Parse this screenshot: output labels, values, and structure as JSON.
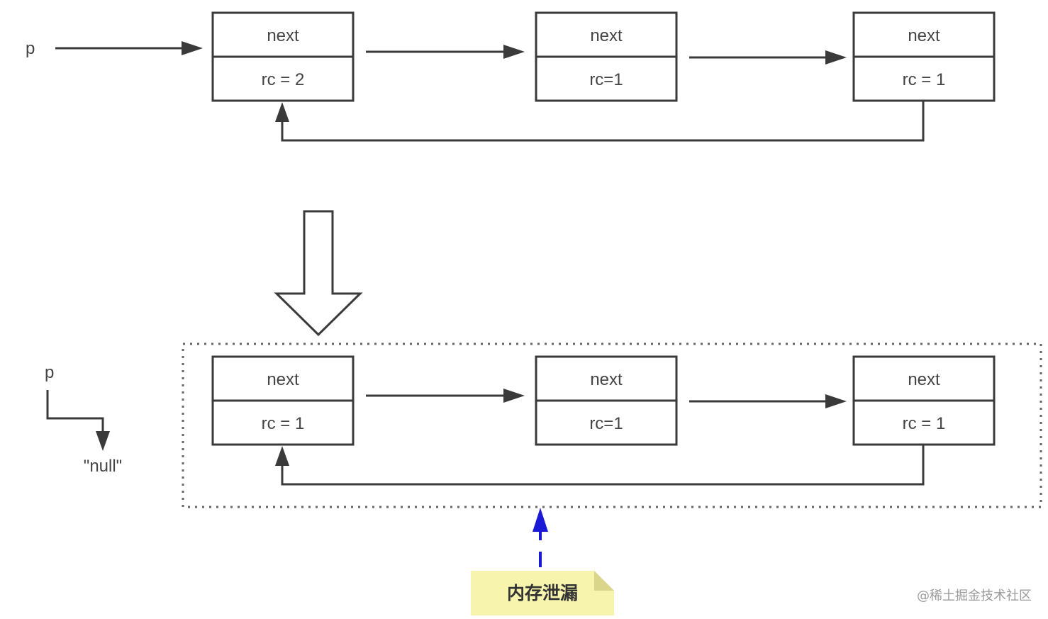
{
  "top_row": {
    "pointer_label": "p",
    "nodes": [
      {
        "field": "next",
        "count": "rc = 2"
      },
      {
        "field": "next",
        "count": "rc=1"
      },
      {
        "field": "next",
        "count": "rc = 1"
      }
    ]
  },
  "bottom_row": {
    "pointer_label": "p",
    "null_label": "\"null\"",
    "nodes": [
      {
        "field": "next",
        "count": "rc = 1"
      },
      {
        "field": "next",
        "count": "rc=1"
      },
      {
        "field": "next",
        "count": "rc = 1"
      }
    ]
  },
  "note": {
    "text": "内存泄漏"
  },
  "watermark": {
    "text": "@稀土掘金技术社区"
  },
  "colors": {
    "stroke": "#3a3a3a",
    "callout_blue": "#1a1ad6",
    "note_yellow": "#f6f4ad"
  }
}
